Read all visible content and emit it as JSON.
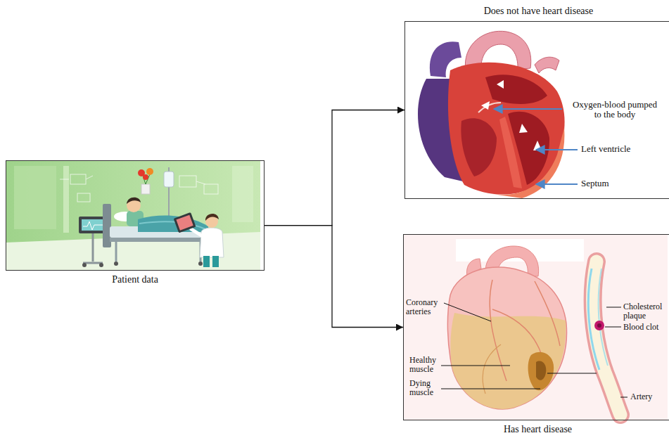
{
  "diagram": {
    "nodes": [
      {
        "text": [
          "Patient data"
        ]
      },
      {
        "text": [
          "Does not have heart disease"
        ]
      },
      {
        "text": [
          "Has heart disease"
        ]
      }
    ],
    "edges": [
      {
        "from": 0,
        "to": 1,
        "arrow": "to"
      },
      {
        "from": 0,
        "to": 2,
        "arrow": "to"
      }
    ],
    "labels": [
      "Oxygen-blood pumped to the body",
      "Left ventricle",
      "Septum",
      "Coronary arteries",
      "Healthy muscle",
      "Dying muscle",
      "Cholesterol plaque",
      "Blood clot",
      "Artery"
    ]
  }
}
